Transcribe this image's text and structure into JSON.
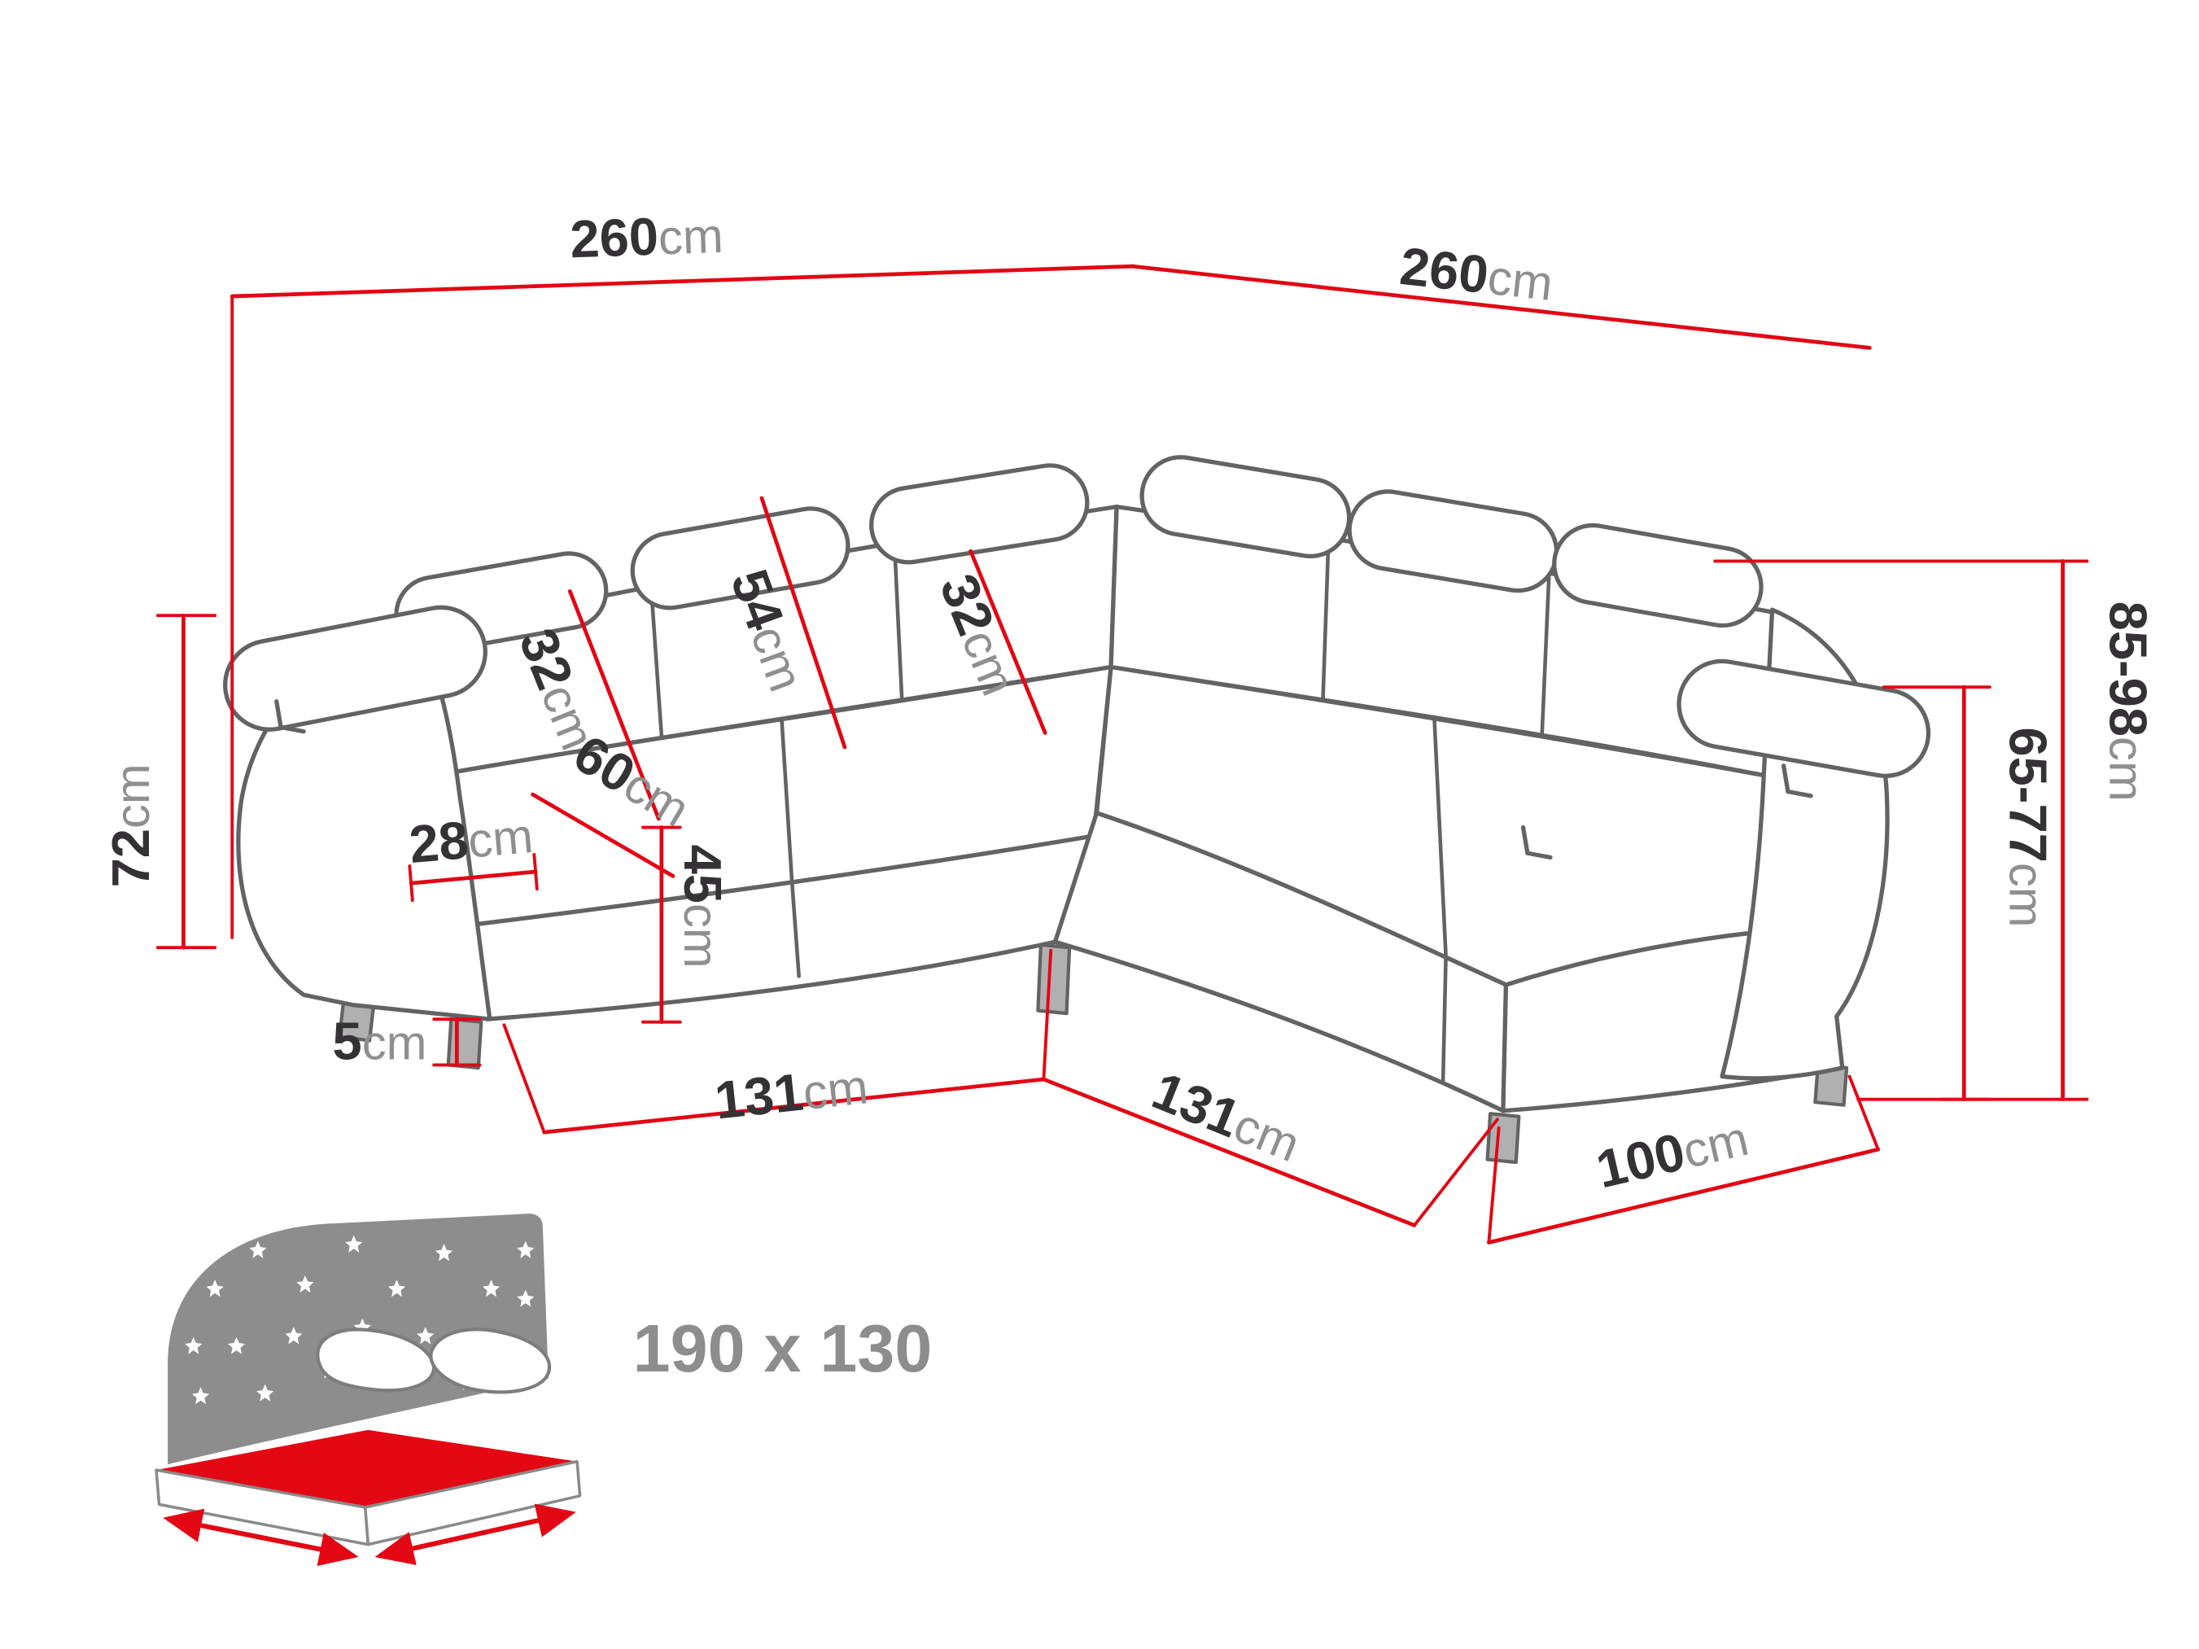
{
  "colors": {
    "dimension_red": "#e30613",
    "sofa_outline": "#636363",
    "value_text": "#343234",
    "unit_text": "#8f8f8f",
    "icon_grey": "#8d8d8d"
  },
  "labels": {
    "total_width_left": {
      "value": "260",
      "unit": "cm"
    },
    "total_width_right": {
      "value": "260",
      "unit": "cm"
    },
    "armrest_height": {
      "value": "72",
      "unit": "cm"
    },
    "back_cushion_left": {
      "value": "32",
      "unit": "cm"
    },
    "back_cushion_middle": {
      "value": "54",
      "unit": "cm"
    },
    "back_cushion_right": {
      "value": "32",
      "unit": "cm"
    },
    "seat_depth": {
      "value": "60",
      "unit": "cm"
    },
    "seat_height": {
      "value": "45",
      "unit": "cm"
    },
    "armrest_width": {
      "value": "28",
      "unit": "cm"
    },
    "leg_height": {
      "value": "5",
      "unit": "cm"
    },
    "front_width_left": {
      "value": "131",
      "unit": "cm"
    },
    "front_width_right": {
      "value": "131",
      "unit": "cm"
    },
    "side_depth": {
      "value": "100",
      "unit": "cm"
    },
    "total_height_range": {
      "value": "85-98",
      "unit": "cm"
    },
    "armrest_height_range": {
      "value": "65-77",
      "unit": "cm"
    },
    "sleeping_area": {
      "value": "190 x 130"
    }
  }
}
